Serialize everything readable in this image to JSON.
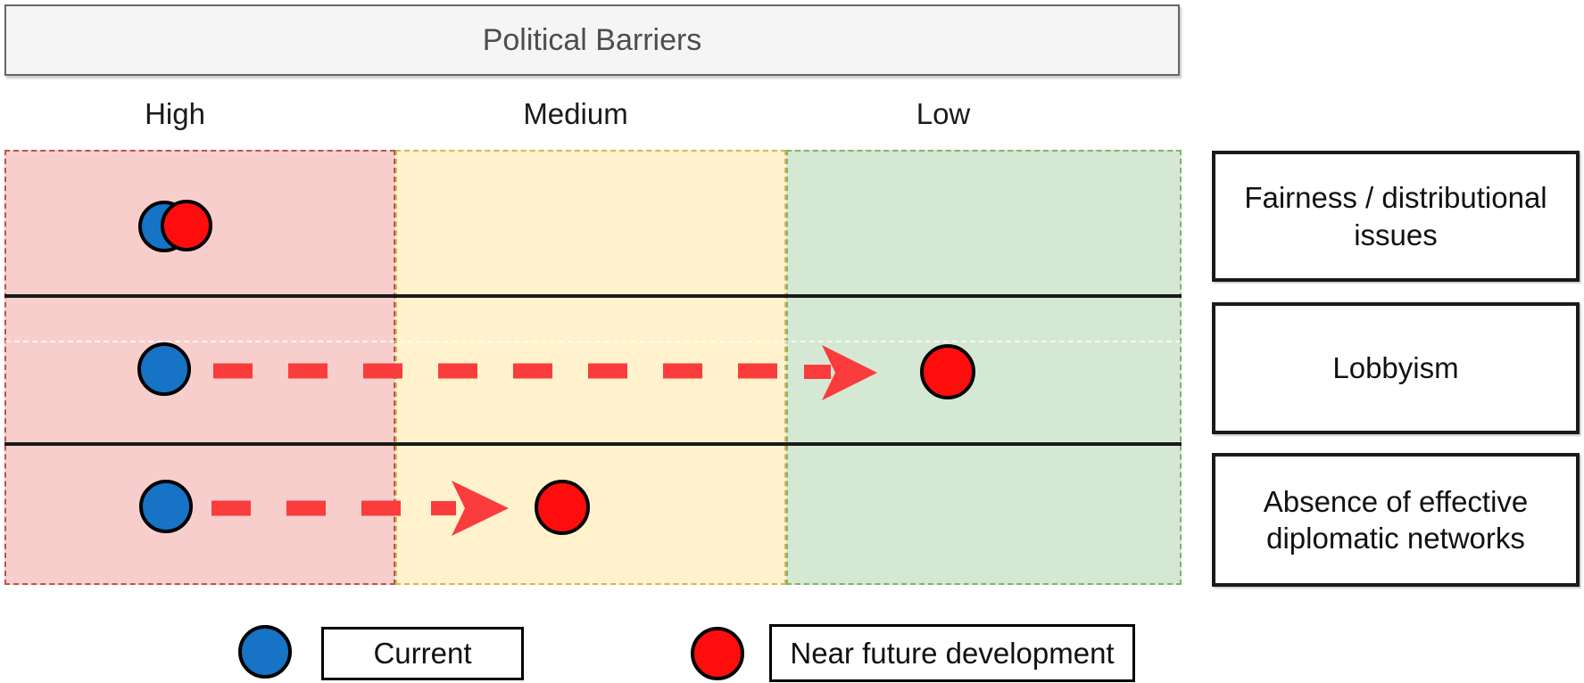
{
  "diagram": {
    "title": "Political Barriers",
    "columns": [
      "High",
      "Medium",
      "Low"
    ],
    "rows": [
      {
        "label": "Fairness / distributional issues",
        "current": "High",
        "near_future": "High"
      },
      {
        "label": "Lobbyism",
        "current": "High",
        "near_future": "Low"
      },
      {
        "label": "Absence of effective diplomatic networks",
        "current": "High",
        "near_future": "Medium"
      }
    ]
  },
  "legend": {
    "current_label": "Current",
    "near_future_label": "Near future development"
  },
  "colors": {
    "col-high-fill": "#F8CECC",
    "col-high-border": "#B85450",
    "col-medium-fill": "#FFF2CC",
    "col-medium-border": "#D6B656",
    "col-low-fill": "#D5E8D4",
    "col-low-border": "#82B366",
    "current-marker": "#1673C6",
    "future-marker": "#FF0D0D",
    "arrow": "#FA3C3C",
    "marker-outline": "#000000",
    "header-fill": "#F5F5F5",
    "header-border": "#666666",
    "header-text": "#4D4D4D",
    "line": "#1A1A1A"
  }
}
